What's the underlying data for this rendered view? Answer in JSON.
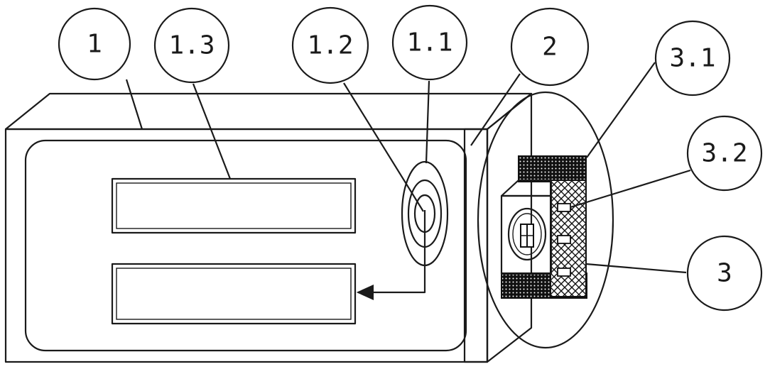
{
  "callouts": [
    {
      "id": "c1",
      "text": "1"
    },
    {
      "id": "c13",
      "text": "1.3"
    },
    {
      "id": "c12",
      "text": "1.2"
    },
    {
      "id": "c11",
      "text": "1.1"
    },
    {
      "id": "c2",
      "text": "2"
    },
    {
      "id": "c31",
      "text": "3.1"
    },
    {
      "id": "c32",
      "text": "3.2"
    },
    {
      "id": "c3",
      "text": "3"
    }
  ],
  "colors": {
    "line": "#1a1a1a",
    "background": "#ffffff"
  }
}
